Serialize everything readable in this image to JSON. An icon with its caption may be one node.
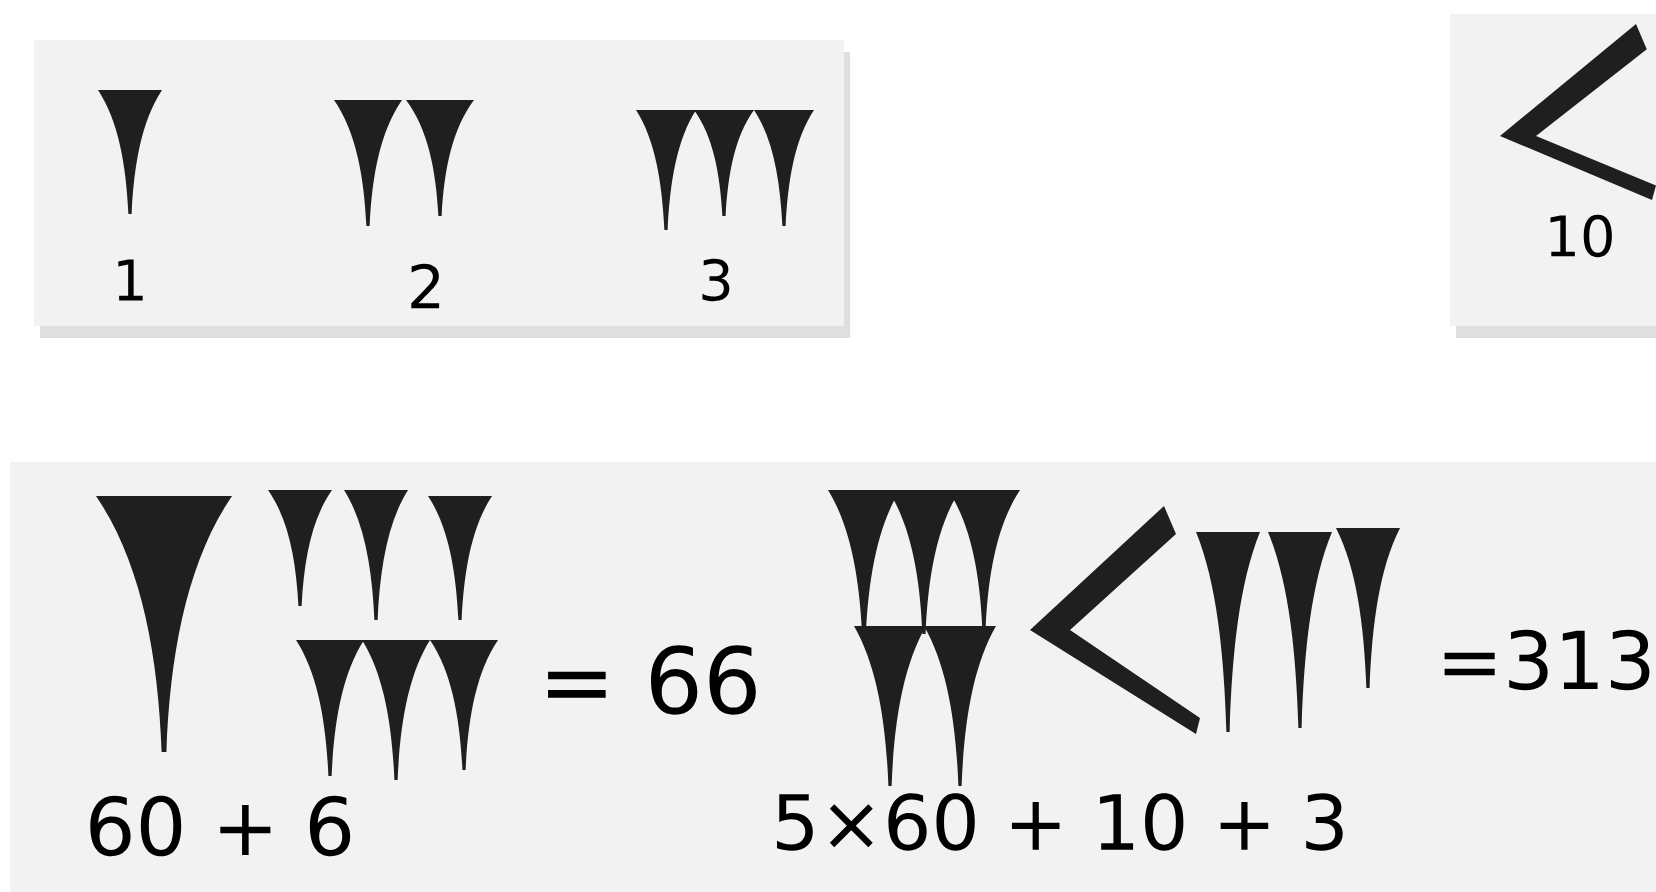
{
  "diagram": {
    "nodes": [
      {
        "text": [
          "1",
          "2",
          "3"
        ]
      },
      {
        "text": [
          "10"
        ]
      },
      {
        "text": [
          "= 66",
          "60 + 6",
          "=313",
          "5×60 + 10 + 3"
        ]
      }
    ]
  }
}
